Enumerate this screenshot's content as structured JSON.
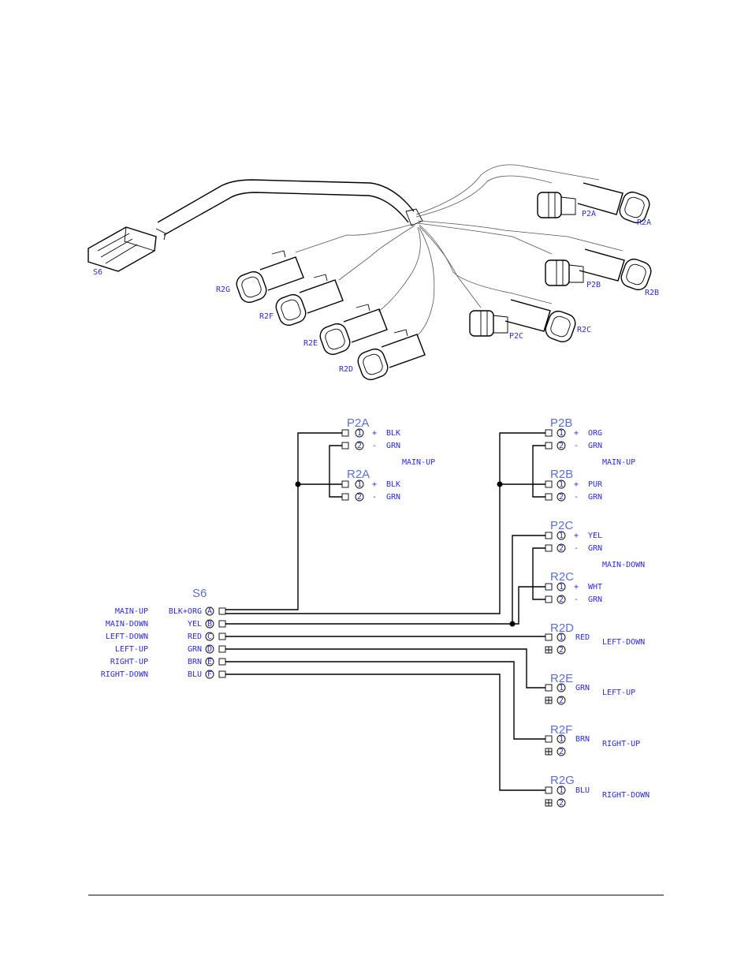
{
  "harness": {
    "labels": {
      "s6": "S6",
      "p2a": "P2A",
      "r2a": "R2A",
      "p2b": "P2B",
      "r2b": "R2B",
      "p2c": "P2C",
      "r2c": "R2C",
      "r2d": "R2D",
      "r2e": "R2E",
      "r2f": "R2F",
      "r2g": "R2G"
    }
  },
  "schematic": {
    "s6": {
      "title": "S6",
      "rows": [
        {
          "function": "MAIN-UP",
          "color": "BLK+ORG",
          "pin": "A"
        },
        {
          "function": "MAIN-DOWN",
          "color": "YEL",
          "pin": "B"
        },
        {
          "function": "LEFT-DOWN",
          "color": "RED",
          "pin": "C"
        },
        {
          "function": "LEFT-UP",
          "color": "GRN",
          "pin": "D"
        },
        {
          "function": "RIGHT-UP",
          "color": "BRN",
          "pin": "E"
        },
        {
          "function": "RIGHT-DOWN",
          "color": "BLU",
          "pin": "F"
        }
      ]
    },
    "groups": [
      {
        "id": "a",
        "function": "MAIN-UP",
        "p": {
          "title": "P2A",
          "pins": [
            {
              "pin": "1",
              "sign": "+",
              "color": "BLK"
            },
            {
              "pin": "2",
              "sign": "-",
              "color": "GRN"
            }
          ]
        },
        "r": {
          "title": "R2A",
          "pins": [
            {
              "pin": "1",
              "sign": "+",
              "color": "BLK"
            },
            {
              "pin": "2",
              "sign": "-",
              "color": "GRN"
            }
          ]
        }
      },
      {
        "id": "b",
        "function": "MAIN-UP",
        "p": {
          "title": "P2B",
          "pins": [
            {
              "pin": "1",
              "sign": "+",
              "color": "ORG"
            },
            {
              "pin": "2",
              "sign": "-",
              "color": "GRN"
            }
          ]
        },
        "r": {
          "title": "R2B",
          "pins": [
            {
              "pin": "1",
              "sign": "+",
              "color": "PUR"
            },
            {
              "pin": "2",
              "sign": "-",
              "color": "GRN"
            }
          ]
        }
      },
      {
        "id": "c",
        "function": "MAIN-DOWN",
        "p": {
          "title": "P2C",
          "pins": [
            {
              "pin": "1",
              "sign": "+",
              "color": "YEL"
            },
            {
              "pin": "2",
              "sign": "-",
              "color": "GRN"
            }
          ]
        },
        "r": {
          "title": "R2C",
          "pins": [
            {
              "pin": "1",
              "sign": "+",
              "color": "WHT"
            },
            {
              "pin": "2",
              "sign": "-",
              "color": "GRN"
            }
          ]
        }
      }
    ],
    "singles": [
      {
        "title": "R2D",
        "pin1": "1",
        "pin2": "2",
        "color": "RED",
        "function": "LEFT-DOWN"
      },
      {
        "title": "R2E",
        "pin1": "1",
        "pin2": "2",
        "color": "GRN",
        "function": "LEFT-UP"
      },
      {
        "title": "R2F",
        "pin1": "1",
        "pin2": "2",
        "color": "BRN",
        "function": "RIGHT-UP"
      },
      {
        "title": "R2G",
        "pin1": "1",
        "pin2": "2",
        "color": "BLU",
        "function": "RIGHT-DOWN"
      }
    ]
  },
  "colors": {
    "label_blue": "#2b2bd6",
    "line": "#000000",
    "background": "#ffffff"
  }
}
